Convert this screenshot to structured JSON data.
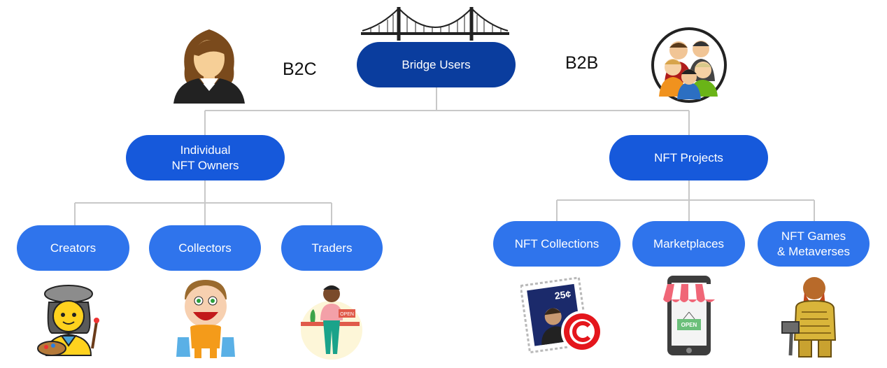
{
  "root": {
    "label": "Bridge Users"
  },
  "segments": {
    "left": "B2C",
    "right": "B2B"
  },
  "branches": {
    "left": {
      "label": "Individual\nNFT Owners",
      "children": [
        {
          "label": "Creators",
          "icon": "artist-icon"
        },
        {
          "label": "Collectors",
          "icon": "collector-shopping-icon"
        },
        {
          "label": "Traders",
          "icon": "shopkeeper-icon"
        }
      ]
    },
    "right": {
      "label": "NFT Projects",
      "children": [
        {
          "label": "NFT Collections",
          "icon": "stamp-copyright-icon"
        },
        {
          "label": "Marketplaces",
          "icon": "phone-storefront-icon"
        },
        {
          "label": "NFT Games\n& Metaverses",
          "icon": "armored-warrior-icon"
        }
      ]
    }
  },
  "icons": {
    "root": "suspension-bridge-icon",
    "left": "woman-avatar-icon",
    "right": "group-of-people-icon"
  },
  "decor": {
    "stamp_value": "25¢",
    "shop_sign": "OPEN"
  },
  "colors": {
    "root": "#0a3d9e",
    "mid": "#1659db",
    "leaf": "#2f74ec",
    "connector": "#c8c8c8"
  }
}
